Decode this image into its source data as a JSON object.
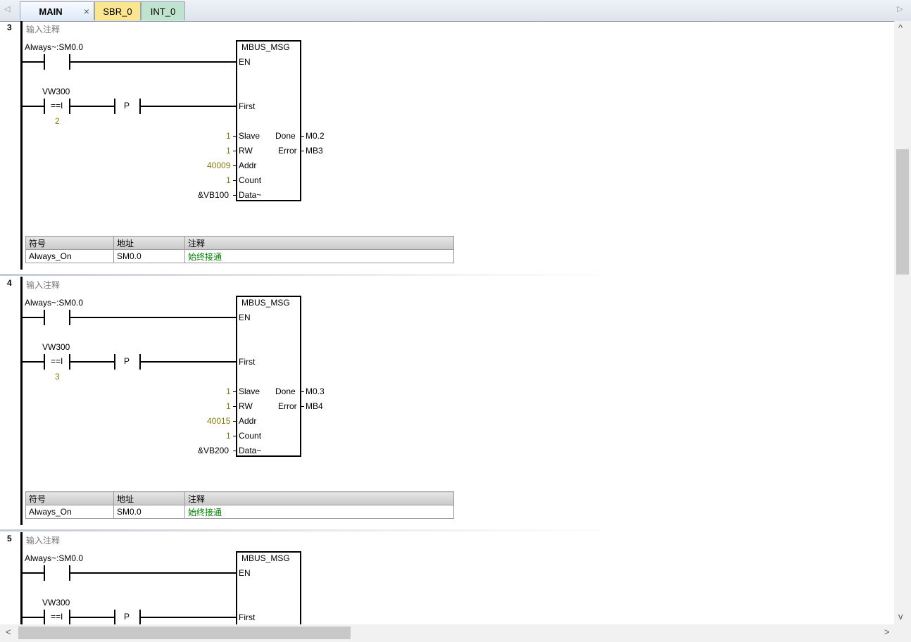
{
  "tabs": [
    {
      "label": "MAIN",
      "close": "×"
    },
    {
      "label": "SBR_0"
    },
    {
      "label": "INT_0"
    }
  ],
  "networks": [
    {
      "num": "3",
      "comment": "输入注释",
      "contact_label": "Always~:SM0.0",
      "cmp_operand": "VW300",
      "cmp_op": "==I",
      "cmp_value": "2",
      "p_label": "P",
      "box": {
        "title": "MBUS_MSG",
        "en": "EN",
        "first": "First",
        "slave": "Slave",
        "rw": "RW",
        "addr": "Addr",
        "count": "Count",
        "data": "Data~",
        "done": "Done",
        "error": "Error"
      },
      "inputs": {
        "slave": "1",
        "rw": "1",
        "addr": "40009",
        "count": "1",
        "data": "&VB100"
      },
      "outputs": {
        "done": "M0.2",
        "error": "MB3"
      },
      "symtable": {
        "headers": [
          "符号",
          "地址",
          "注释"
        ],
        "row": [
          "Always_On",
          "SM0.0",
          "始终接通"
        ]
      }
    },
    {
      "num": "4",
      "comment": "输入注释",
      "contact_label": "Always~:SM0.0",
      "cmp_operand": "VW300",
      "cmp_op": "==I",
      "cmp_value": "3",
      "p_label": "P",
      "box": {
        "title": "MBUS_MSG",
        "en": "EN",
        "first": "First",
        "slave": "Slave",
        "rw": "RW",
        "addr": "Addr",
        "count": "Count",
        "data": "Data~",
        "done": "Done",
        "error": "Error"
      },
      "inputs": {
        "slave": "1",
        "rw": "1",
        "addr": "40015",
        "count": "1",
        "data": "&VB200"
      },
      "outputs": {
        "done": "M0.3",
        "error": "MB4"
      },
      "symtable": {
        "headers": [
          "符号",
          "地址",
          "注释"
        ],
        "row": [
          "Always_On",
          "SM0.0",
          "始终接通"
        ]
      }
    },
    {
      "num": "5",
      "comment": "输入注释",
      "contact_label": "Always~:SM0.0",
      "cmp_operand": "VW300",
      "cmp_op": "==I",
      "p_label": "P",
      "box": {
        "title": "MBUS_MSG",
        "en": "EN",
        "first": "First"
      }
    }
  ]
}
